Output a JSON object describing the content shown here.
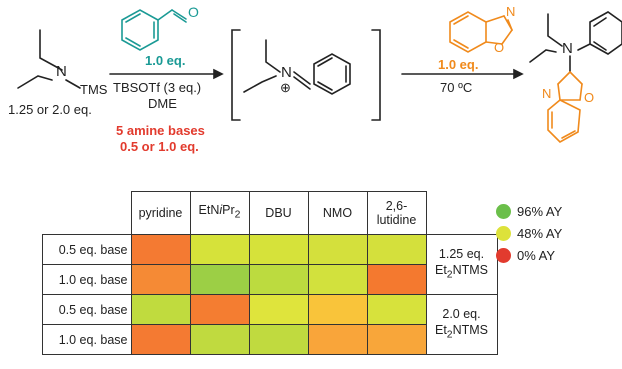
{
  "scheme": {
    "reagent_amine_label": "TMS",
    "reagent_amine_n": "N",
    "reagent_amine_eq": "1.25 or 2.0 eq.",
    "aldehyde_o": "O",
    "aldehyde_eq": "1.0 eq.",
    "activator": "TBSOTf (3 eq.)",
    "solvent": "DME",
    "bases_line1": "5 amine bases",
    "bases_line2": "0.5 or 1.0 eq.",
    "iminium_n": "N",
    "iminium_charge": "⊕",
    "benzoxazole_n": "N",
    "benzoxazole_o": "O",
    "benzoxazole_eq": "1.0 eq.",
    "temperature": "70 ºC",
    "product_n": "N",
    "product_bzx_n": "N",
    "product_bzx_o": "O",
    "colors": {
      "teal": "#1a9a95",
      "orange": "#f08a1c",
      "red": "#e23b2e"
    }
  },
  "table": {
    "columns": [
      {
        "label": "pyridine",
        "sub": "",
        "tail": ""
      },
      {
        "label": "EtN",
        "sub": "",
        "tail": "Pr",
        "tail_sub": "2",
        "italic_i": "i"
      },
      {
        "label": "DBU",
        "sub": "",
        "tail": ""
      },
      {
        "label": "NMO",
        "sub": "",
        "tail": ""
      },
      {
        "label": "2,6-",
        "line2": "lutidine"
      }
    ],
    "rows": [
      {
        "label": "0.5 eq. base",
        "cells": [
          "#f47a32",
          "#d6e23a",
          "#d6e23a",
          "#d4e03c",
          "#d4e03c"
        ]
      },
      {
        "label": "1.0 eq. base",
        "cells": [
          "#f58a35",
          "#9ccf45",
          "#bcdb3f",
          "#d2e13d",
          "#f4792f"
        ]
      },
      {
        "label": "0.5 eq. base",
        "cells": [
          "#c0db3e",
          "#f47d31",
          "#dfe43c",
          "#f9c43a",
          "#d7e23c"
        ]
      },
      {
        "label": "1.0 eq. base",
        "cells": [
          "#f47a32",
          "#c0da3f",
          "#c0da3f",
          "#f9a53a",
          "#f8a63a"
        ]
      }
    ],
    "groups": [
      {
        "line1": "1.25 eq.",
        "line2_pre": "Et",
        "line2_sub": "2",
        "line2_post": "NTMS"
      },
      {
        "line1": "2.0 eq.",
        "line2_pre": "Et",
        "line2_sub": "2",
        "line2_post": "NTMS"
      }
    ]
  },
  "legend": [
    {
      "label": "96% AY",
      "color": "#6bbf4a"
    },
    {
      "label": "48% AY",
      "color": "#dde23a"
    },
    {
      "label": "0% AY",
      "color": "#e23b2e"
    }
  ]
}
